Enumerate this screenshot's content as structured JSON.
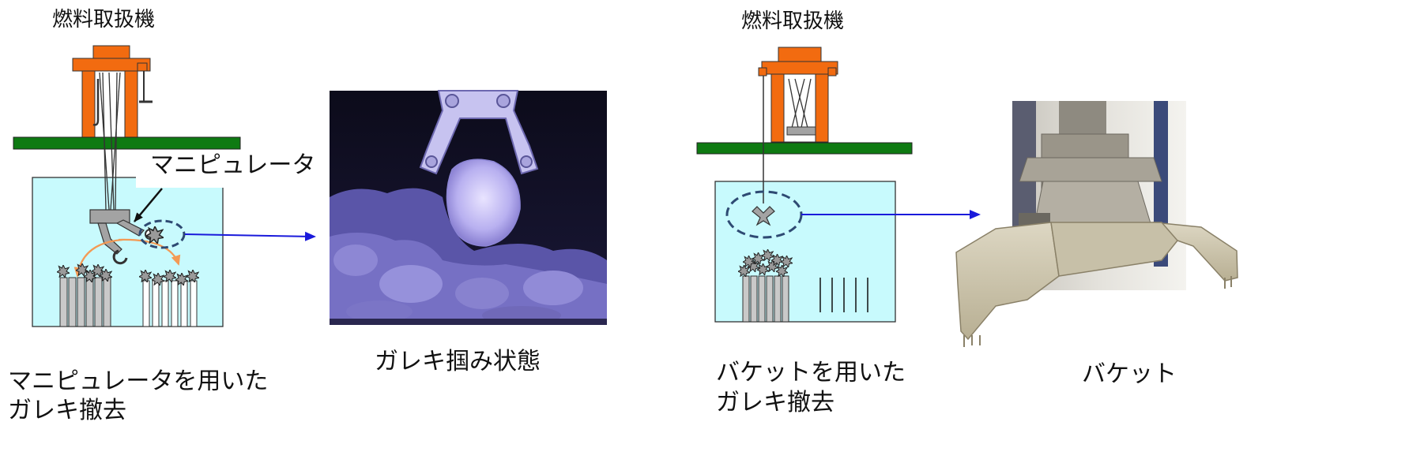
{
  "left_panel": {
    "machine_label": "燃料取扱機",
    "manipulator_label": "マニピュレータ",
    "caption_line1": "マニピュレータを用いた",
    "caption_line2": "ガレキ撤去"
  },
  "photo_rubble": {
    "caption": "ガレキ掴み状態"
  },
  "right_panel": {
    "machine_label": "燃料取扱機",
    "caption_line1": "バケットを用いた",
    "caption_line2": "ガレキ撤去"
  },
  "photo_bucket": {
    "caption": "バケット"
  },
  "colors": {
    "machine": "#F26B10",
    "floor": "#0E7A12",
    "pool": "#C8FAFD",
    "gripper": "#A3A3A3",
    "arrow_blue": "#1A1ADB",
    "arrow_orange": "#F39A55",
    "dashed_ring": "#2E4A73"
  },
  "icons": {
    "rubble": "spiky-rubble-icon",
    "gripper": "claw-gripper-icon",
    "bucket": "bucket-grab-icon"
  }
}
